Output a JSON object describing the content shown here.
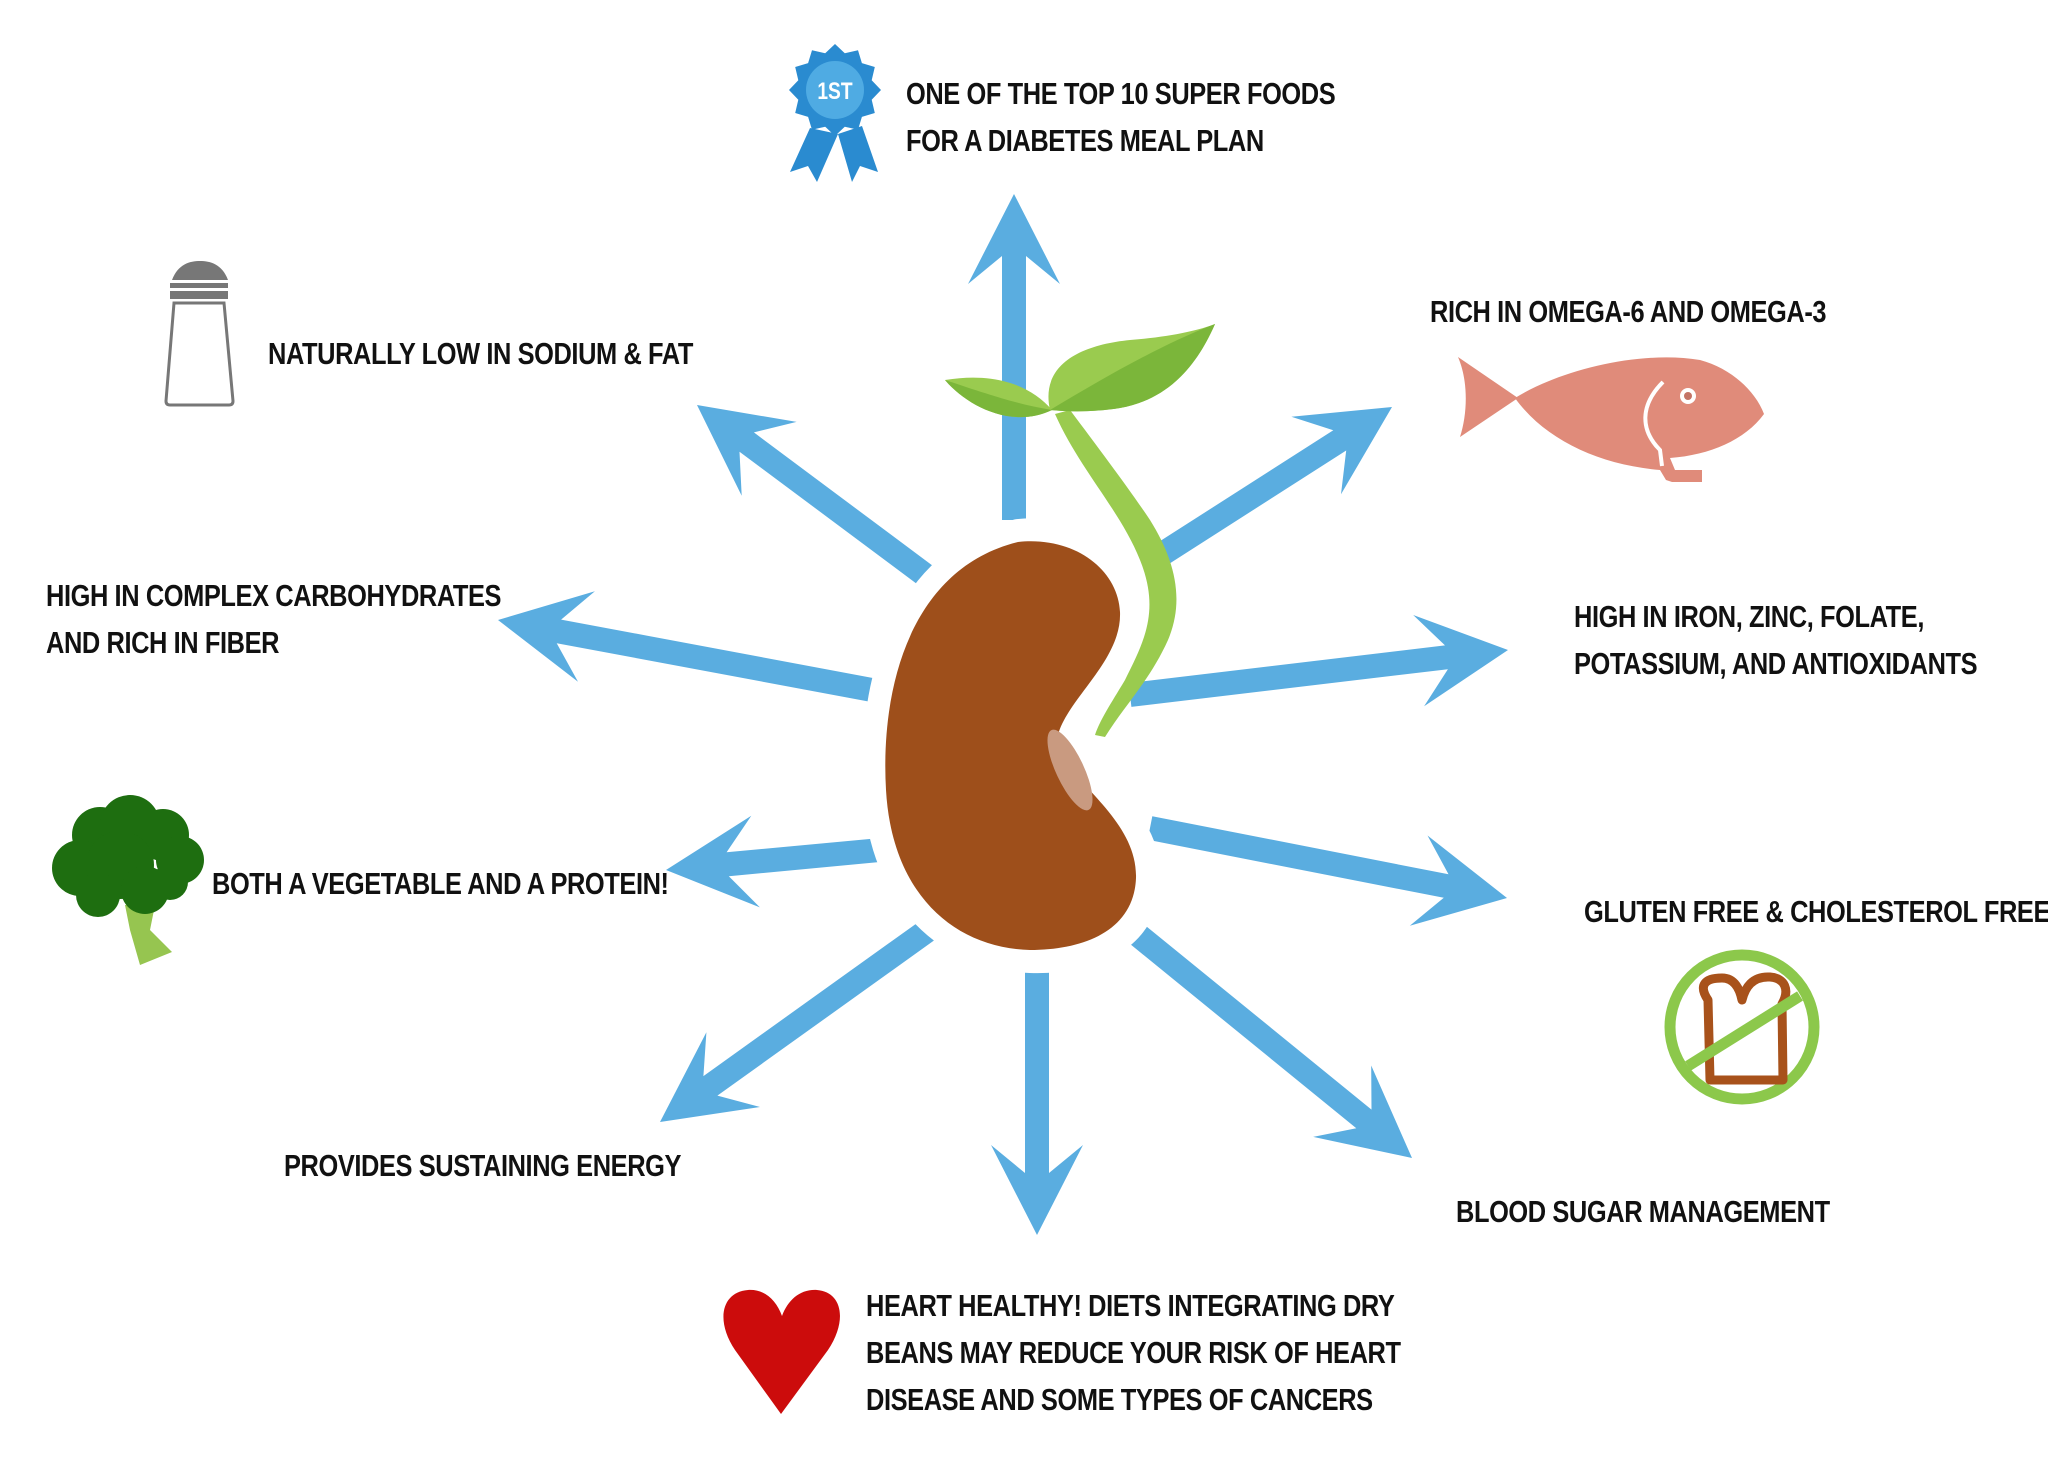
{
  "title": "Kidney bean health benefits",
  "colors": {
    "arrow": "#5aade0",
    "bean": "#9e4f1b",
    "bean_highlight": "#c99a80",
    "sprout_light": "#9acb4f",
    "sprout_dark": "#7bb63a",
    "badge_outer": "#2a8bd0",
    "badge_inner": "#4fabe3",
    "fish": "#e08b7a",
    "heart": "#cc0c0c",
    "broccoli_head": "#1e6e10",
    "broccoli_stem": "#96c550",
    "no_sign": "#8cc84b",
    "bread": "#a8521b",
    "shaker": "#777777",
    "text": "#111111"
  },
  "center": {
    "icon": "sprouting-bean-icon"
  },
  "benefits": {
    "super_food": {
      "icon": "award-ribbon-icon",
      "badge_text": "1ST",
      "lines": [
        "ONE OF THE TOP 10 SUPER FOODS",
        "FOR A DIABETES MEAL PLAN"
      ]
    },
    "low_sodium": {
      "icon": "salt-shaker-icon",
      "lines": [
        "NATURALLY LOW IN SODIUM & FAT"
      ]
    },
    "carbs": {
      "lines": [
        "HIGH IN COMPLEX CARBOHYDRATES",
        "AND RICH IN FIBER"
      ]
    },
    "vegetable_protein": {
      "icon": "broccoli-icon",
      "lines": [
        "BOTH A VEGETABLE AND A PROTEIN!"
      ]
    },
    "energy": {
      "lines": [
        "PROVIDES SUSTAINING ENERGY"
      ]
    },
    "heart": {
      "icon": "heart-icon",
      "lines": [
        "HEART HEALTHY! DIETS INTEGRATING DRY",
        "BEANS MAY REDUCE YOUR RISK OF HEART",
        "DISEASE AND SOME TYPES OF CANCERS"
      ]
    },
    "blood_sugar": {
      "lines": [
        "BLOOD SUGAR MANAGEMENT"
      ]
    },
    "gluten_free": {
      "icon": "no-gluten-bread-icon",
      "lines": [
        "GLUTEN FREE & CHOLESTEROL FREE"
      ]
    },
    "minerals": {
      "lines": [
        "HIGH IN IRON, ZINC, FOLATE,",
        "POTASSIUM, AND ANTIOXIDANTS"
      ]
    },
    "omega": {
      "icon": "fish-icon",
      "lines": [
        "RICH IN OMEGA-6 AND OMEGA-3"
      ]
    }
  },
  "arrows": [
    {
      "name": "arrow-up",
      "points_to": "super_food"
    },
    {
      "name": "arrow-up-left",
      "points_to": "low_sodium"
    },
    {
      "name": "arrow-left",
      "points_to": "carbs"
    },
    {
      "name": "arrow-left-lower",
      "points_to": "vegetable_protein"
    },
    {
      "name": "arrow-down-left",
      "points_to": "energy"
    },
    {
      "name": "arrow-down",
      "points_to": "heart"
    },
    {
      "name": "arrow-down-right",
      "points_to": "blood_sugar"
    },
    {
      "name": "arrow-right-lower",
      "points_to": "gluten_free"
    },
    {
      "name": "arrow-right",
      "points_to": "minerals"
    },
    {
      "name": "arrow-up-right",
      "points_to": "omega"
    }
  ]
}
